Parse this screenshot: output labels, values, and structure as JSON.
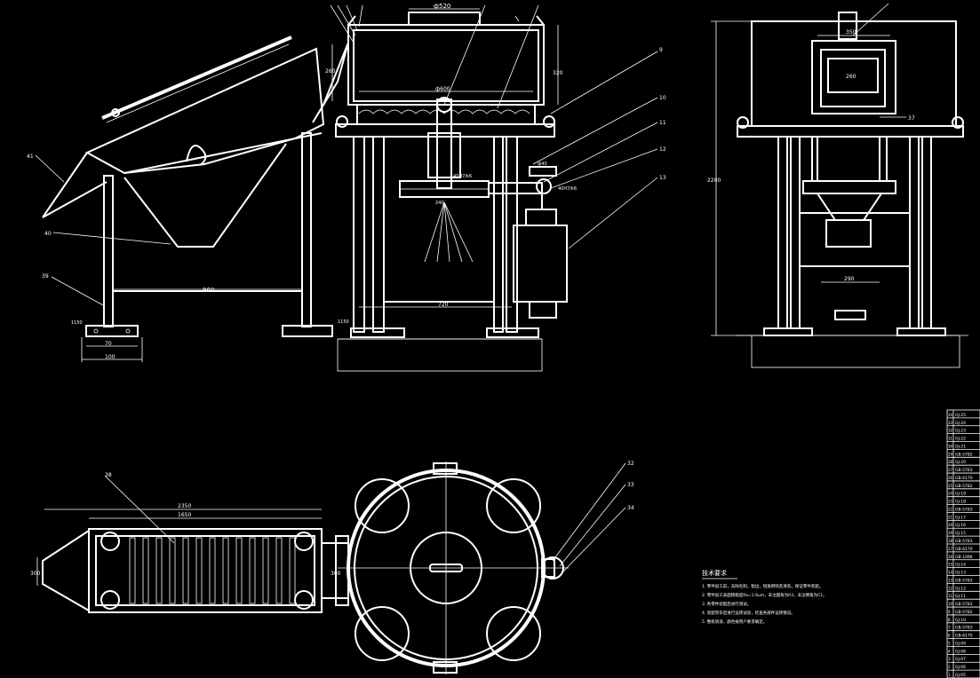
{
  "drawing": {
    "background": "#000000",
    "line_color": "#ffffff"
  },
  "front_view": {
    "dim_top_width": "ф520",
    "dim_inner_width": "ф600",
    "dim_left_height": "260",
    "dim_right_height": "320",
    "dim_span": "720",
    "dim_shaft": "40H7/k6",
    "dim_coupling": "ф40",
    "dim_small": "240",
    "label_base": "1150",
    "leaders": [
      "9",
      "10",
      "11",
      "12",
      "13"
    ]
  },
  "left_view": {
    "label_41": "41",
    "label_40": "40",
    "label_39": "39",
    "dim_span": "960",
    "dim_foot_a": "70",
    "dim_foot_b": "100",
    "dim_base": "1150"
  },
  "side_view": {
    "dim_width": "350",
    "dim_inner": "260",
    "dim_height": "2200",
    "dim_bottom": "290",
    "label_37": "37"
  },
  "top_view": {
    "dim_total": "2350",
    "dim_screen": "1650",
    "dim_left": "300",
    "dim_mid": "300",
    "label_38": "38",
    "leaders": [
      "32",
      "33",
      "34"
    ]
  },
  "notes": {
    "title": "技术要求",
    "lines": [
      "1. 零件加工前，去除毛刺，锐边，锐角倒钝及清洗，保证零件装配。",
      "2. 零件加工表面粗糙度Ra=1.6um，未注圆角为R3，未注倒角为C1。",
      "3. 各零件装配后进行调试。",
      "4. 装配完毕后进行运转试验，检查各部件运转情况。",
      "5. 整机喷漆，颜色按用户要求确定。"
    ]
  },
  "parts_table": {
    "rows": [
      "GJ-25",
      "GJ-24",
      "GJ-23",
      "GJ-22",
      "GJ-21",
      "GB-5782",
      "GJ-20",
      "GB-5783",
      "GB-6170",
      "GB-5782",
      "GJ-19",
      "GJ-18",
      "GB-5783",
      "GJ-17",
      "GJ-16",
      "GJ-15",
      "GB-5783",
      "GB-6170",
      "GB-1096",
      "GJ-14",
      "GJ-13",
      "GB-5783",
      "GJ-12",
      "GJ-11",
      "GB-5783",
      "GB-5782",
      "GJ-10",
      "GB-5783",
      "GB-6170",
      "GJ-09",
      "GJ-08",
      "GJ-07",
      "GJ-06",
      "GJ-05"
    ]
  }
}
